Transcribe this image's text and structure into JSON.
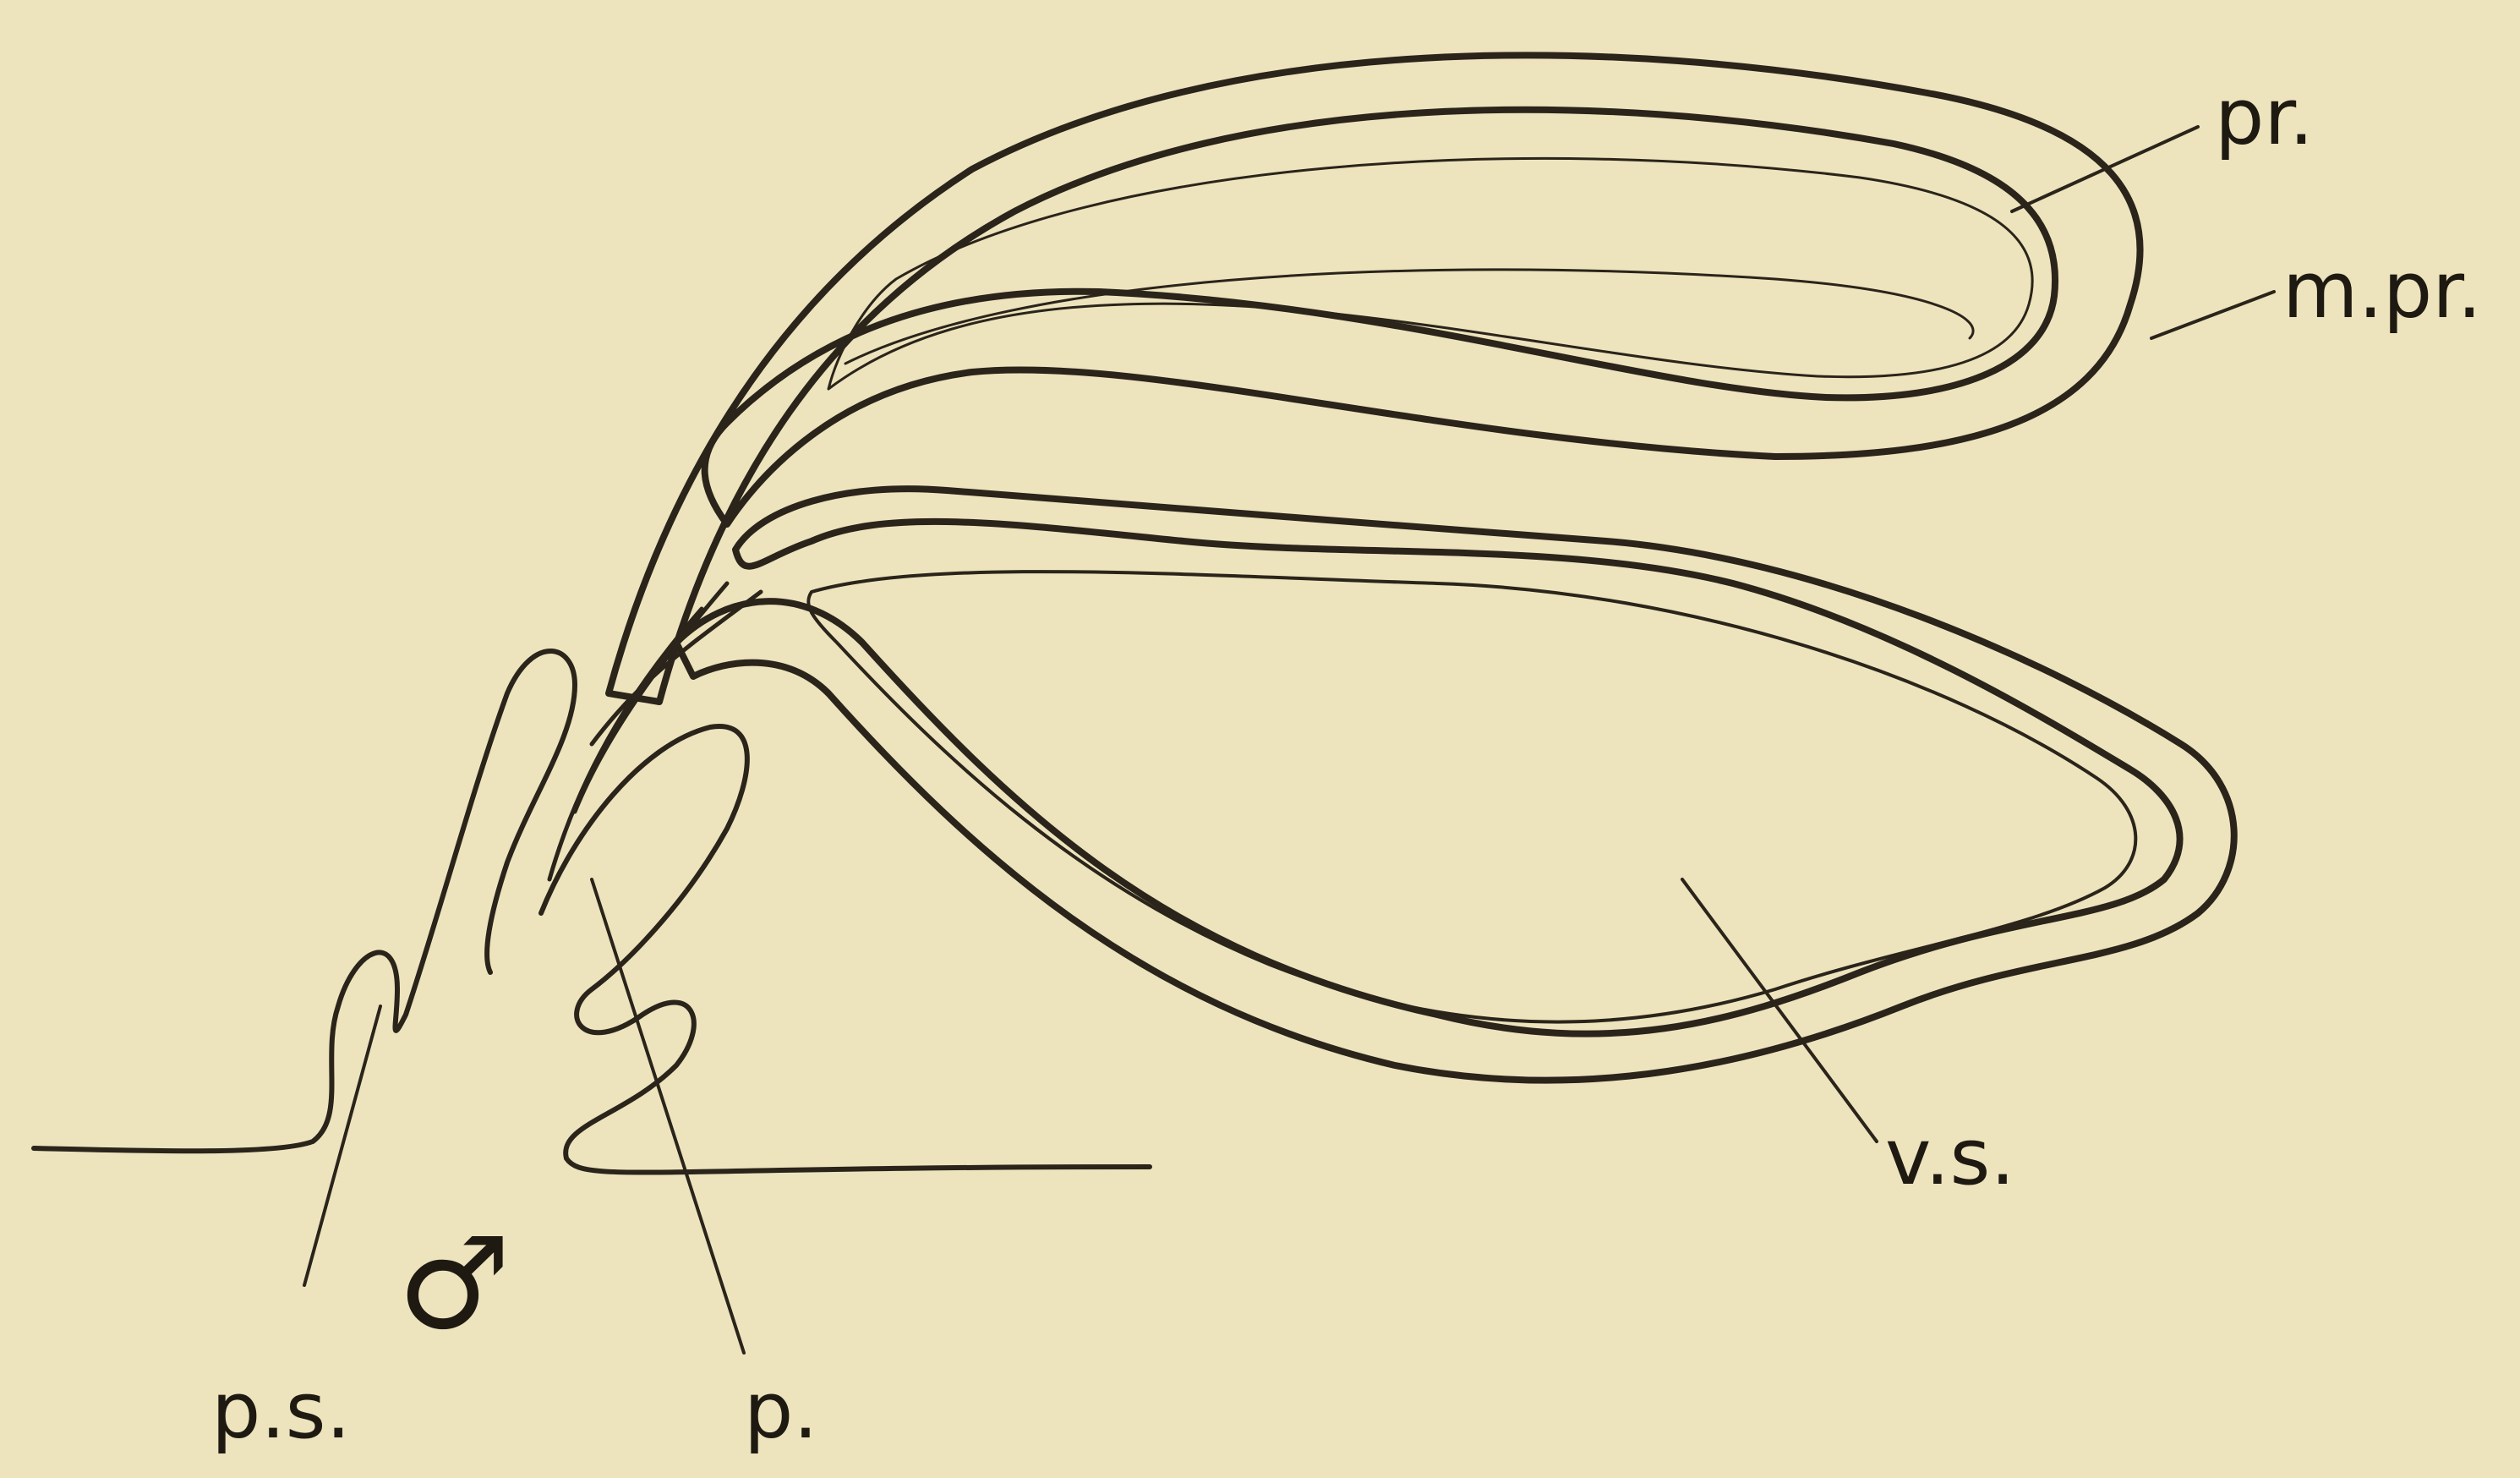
{
  "figure": {
    "labels": {
      "pr": "pr.",
      "m_pr": "m.pr.",
      "v_s": "v.s.",
      "p_s": "p.s.",
      "p": "p.",
      "male_symbol": "♂"
    },
    "colors": {
      "paper": "#ede3bd",
      "ink": "#2a241a"
    }
  }
}
